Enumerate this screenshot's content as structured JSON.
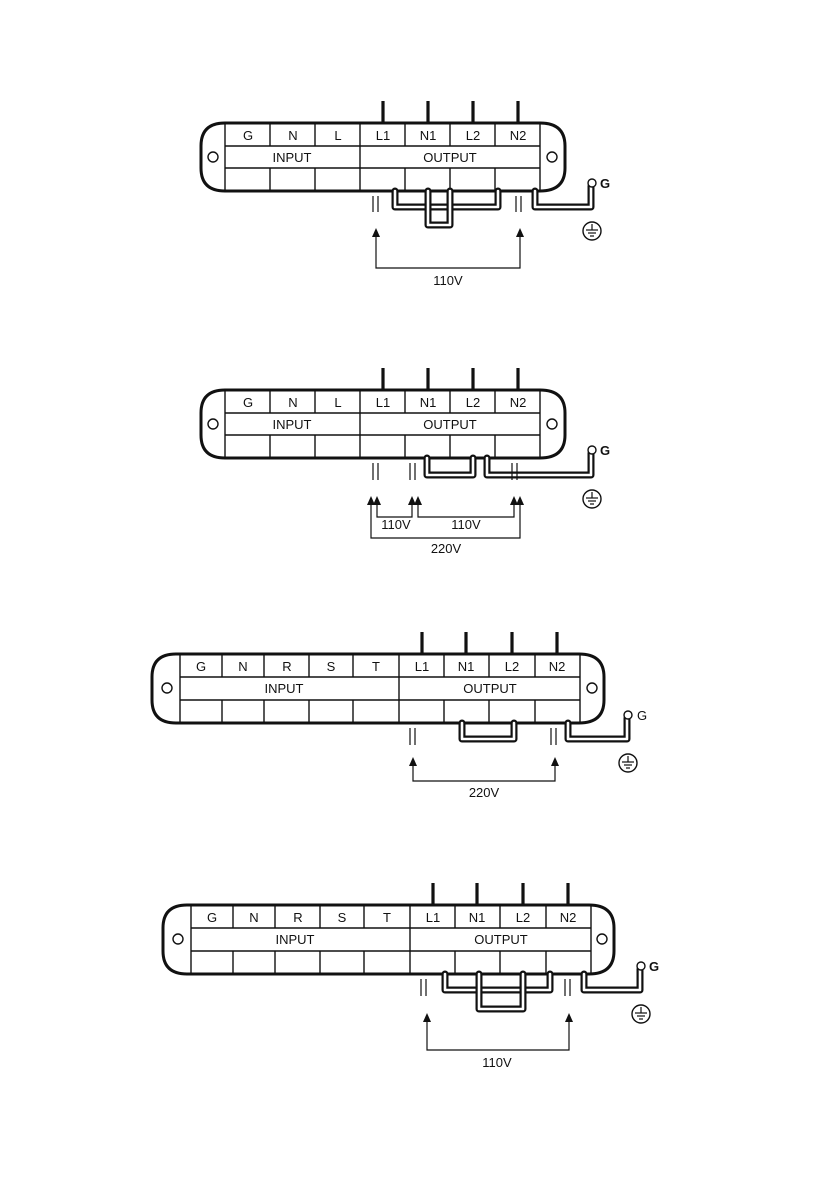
{
  "diagrams": [
    {
      "id": "single-phase-110v",
      "input_terminals": [
        "G",
        "N",
        "L"
      ],
      "input_label": "INPUT",
      "output_terminals": [
        "L1",
        "N1",
        "L2",
        "N2"
      ],
      "output_label": "OUTPUT",
      "ground_label": "G",
      "voltages": [
        "110V"
      ]
    },
    {
      "id": "single-phase-220v",
      "input_terminals": [
        "G",
        "N",
        "L"
      ],
      "input_label": "INPUT",
      "output_terminals": [
        "L1",
        "N1",
        "L2",
        "N2"
      ],
      "output_label": "OUTPUT",
      "ground_label": "G",
      "voltages": [
        "110V",
        "110V",
        "220V"
      ]
    },
    {
      "id": "three-phase-220v",
      "input_terminals": [
        "G",
        "N",
        "R",
        "S",
        "T"
      ],
      "input_label": "INPUT",
      "output_terminals": [
        "L1",
        "N1",
        "L2",
        "N2"
      ],
      "output_label": "OUTPUT",
      "ground_label": "G",
      "voltages": [
        "220V"
      ]
    },
    {
      "id": "three-phase-110v",
      "input_terminals": [
        "G",
        "N",
        "R",
        "S",
        "T"
      ],
      "input_label": "INPUT",
      "output_terminals": [
        "L1",
        "N1",
        "L2",
        "N2"
      ],
      "output_label": "OUTPUT",
      "ground_label": "G",
      "voltages": [
        "110V"
      ]
    }
  ]
}
